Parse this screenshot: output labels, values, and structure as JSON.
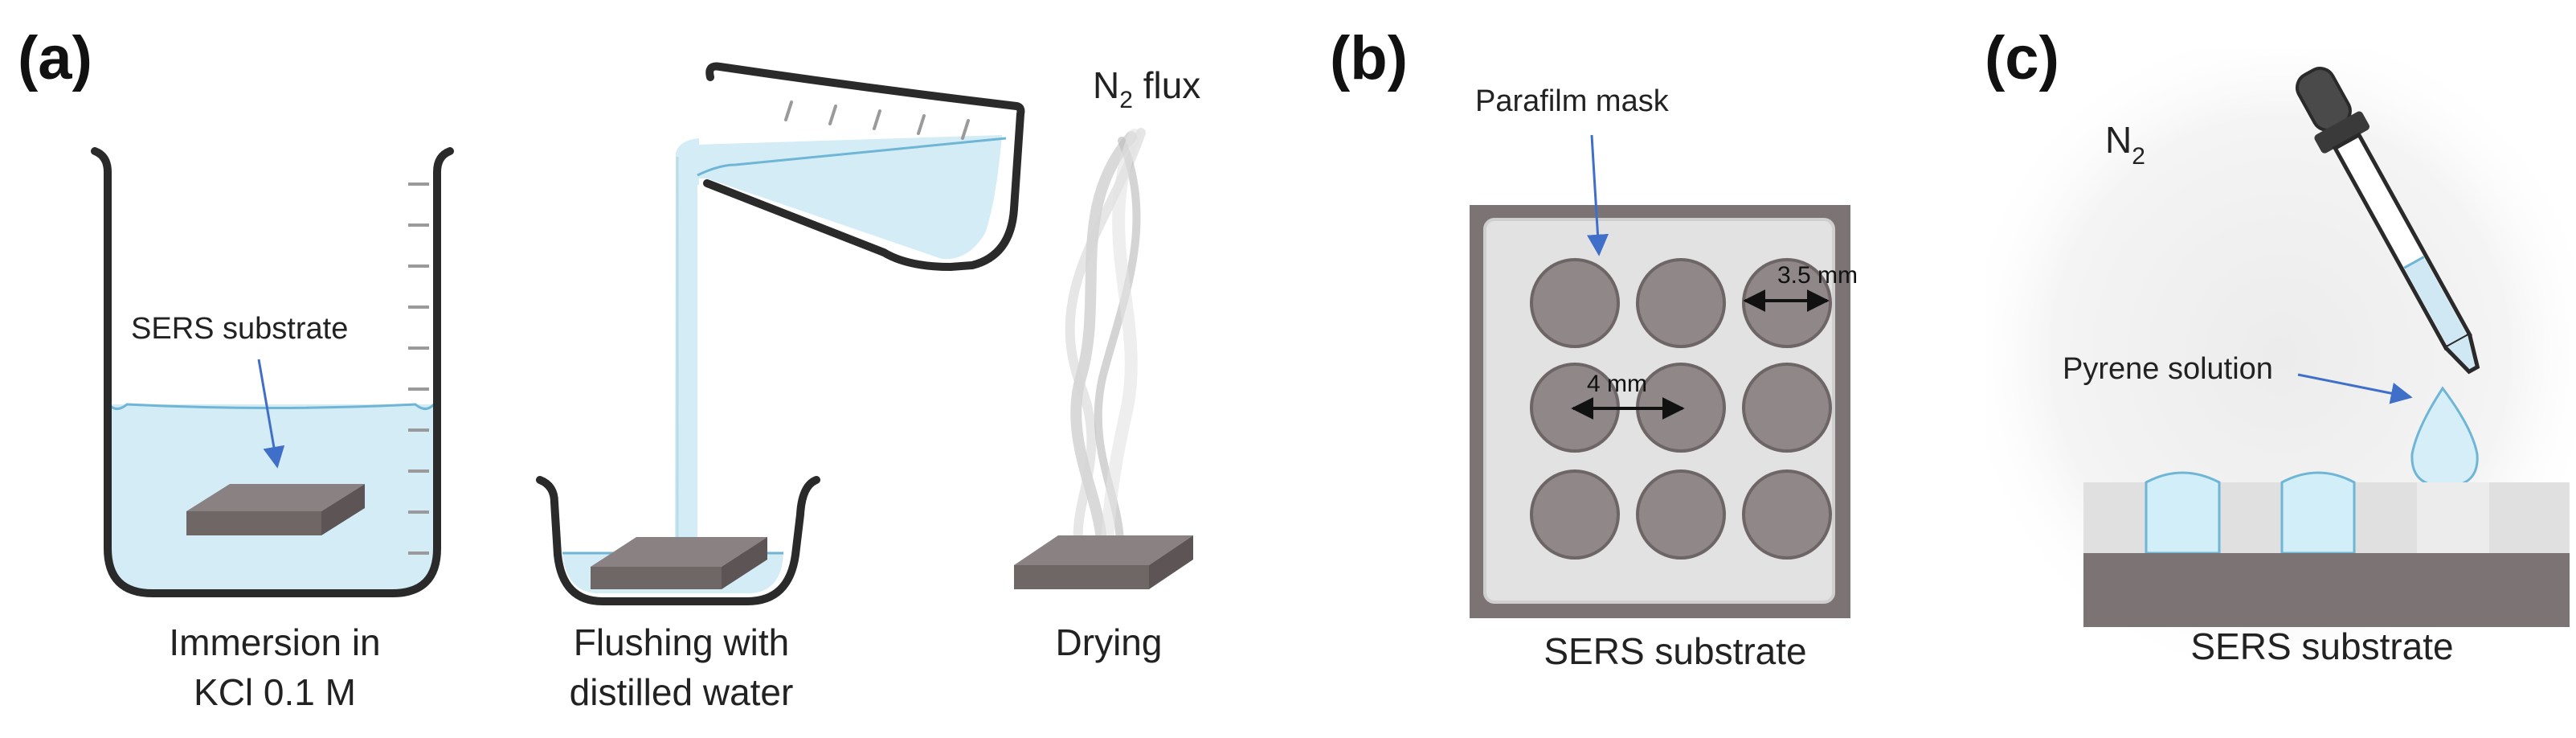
{
  "panels": {
    "a": {
      "label": "(a)",
      "substrate_label": "SERS substrate",
      "n2_label_main": "N",
      "n2_label_sub": "2",
      "n2_label_rest": " flux",
      "step1": [
        "Immersion in",
        "KCl 0.1 M"
      ],
      "step2": [
        "Flushing with",
        "distilled water"
      ],
      "step3": [
        "Drying"
      ]
    },
    "b": {
      "label": "(b)",
      "mask_label": "Parafilm mask",
      "dim_well": "3.5 mm",
      "dim_pitch": "4 mm",
      "caption": "SERS substrate"
    },
    "c": {
      "label": "(c)",
      "n2_main": "N",
      "n2_sub": "2",
      "solution_label": "Pyrene solution",
      "caption": "SERS substrate"
    }
  },
  "colors": {
    "water": "#d3ecf5",
    "water_line": "#6fb5d6",
    "substrate_top": "#8a8182",
    "substrate_side": "#6f6666",
    "glass": "#2a2a2a",
    "well": "#8f8788",
    "mask": "#e2e2e2",
    "frame": "#7c7474",
    "arrow_blue": "#3f6fc8"
  }
}
